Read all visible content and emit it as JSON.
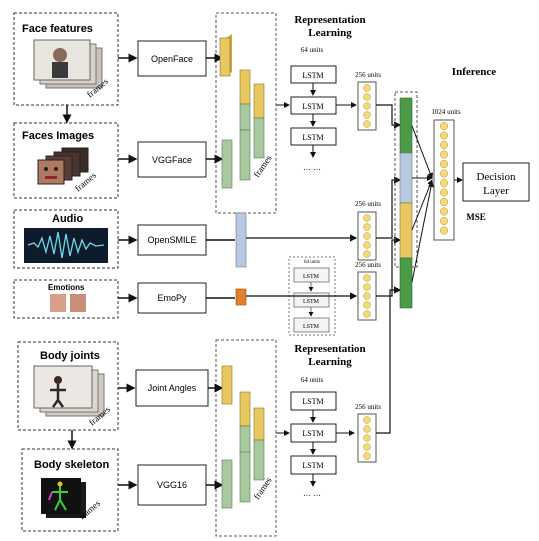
{
  "inputs": {
    "face_features": "Face features",
    "faces_images": "Faces Images",
    "audio": "Audio",
    "emotions": "Emotions",
    "body_joints": "Body joints",
    "body_skeleton": "Body skeleton",
    "frames": "frames"
  },
  "extractors": {
    "openface": "OpenFace",
    "vggface": "VGGFace",
    "opensmile": "OpenSMILE",
    "emopy": "EmoPy",
    "joint_angles": "Joint Angles",
    "vgg16": "VGG16"
  },
  "representation": {
    "title_line1": "Representation",
    "title_line2": "Learning",
    "units_64": "64 units",
    "units_256": "256 units",
    "lstm": "LSTM",
    "ellipsis": "… …"
  },
  "inference": {
    "title": "Inference",
    "units_1024": "1024 units",
    "decision_line1": "Decision",
    "decision_line2": "Layer",
    "loss": "MSE"
  },
  "colors": {
    "yellow": "#e8c860",
    "green": "#a8c8a0",
    "dark_green": "#4a9a4a",
    "blue": "#b8c8e0",
    "orange": "#e08030",
    "node": "#f5d878"
  }
}
